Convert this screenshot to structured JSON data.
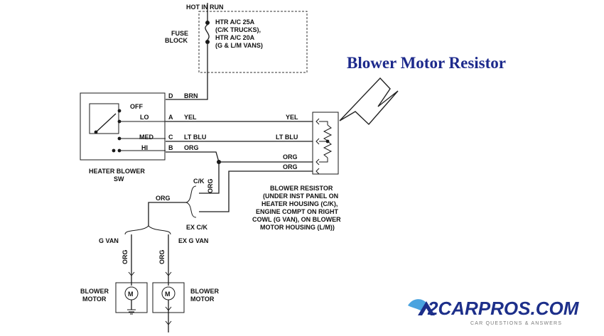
{
  "callout": {
    "title": "Blower Motor Resistor",
    "color": "#1d2a8c"
  },
  "fuse": {
    "hot_in_run": "HOT IN RUN",
    "block_line1": "FUSE",
    "block_line2": "BLOCK",
    "rating_lines": [
      "HTR A/C 25A",
      "(C/K TRUCKS),",
      "HTR A/C 20A",
      "(G & L/M VANS)"
    ]
  },
  "switch": {
    "positions": [
      "OFF",
      "LO",
      "MED",
      "HI"
    ],
    "terminals": [
      "D",
      "A",
      "C",
      "B"
    ],
    "name_line1": "HEATER BLOWER",
    "name_line2": "SW"
  },
  "wires": {
    "d": "BRN",
    "a_left": "YEL",
    "a_right": "YEL",
    "c_left": "LT BLU",
    "c_right": "LT BLU",
    "b": "ORG",
    "res_upper": "ORG",
    "res_lower": "ORG",
    "ck_vertical": "ORG",
    "branch_left": "ORG",
    "g_van_vertical": "ORG",
    "ex_g_van_vertical": "ORG"
  },
  "resistor": {
    "lines": [
      "BLOWER RESISTOR",
      "(UNDER INST PANEL ON",
      "HEATER HOUSING (C/K),",
      "ENGINE COMPT ON RIGHT",
      "COWL (G VAN), ON BLOWER",
      "MOTOR HOUSING (L/M))"
    ]
  },
  "branches": {
    "ck": "C/K",
    "ex_ck": "EX C/K",
    "g_van": "G VAN",
    "ex_g_van": "EX G VAN"
  },
  "motors": {
    "symbol": "M",
    "left_line1": "BLOWER",
    "left_line2": "MOTOR",
    "right_line1": "BLOWER",
    "right_line2": "MOTOR"
  },
  "brand": {
    "name": "2CARPROS.COM",
    "tagline": "CAR QUESTIONS & ANSWERS",
    "color": "#1d2f8a",
    "accent": "#4aa3df"
  }
}
